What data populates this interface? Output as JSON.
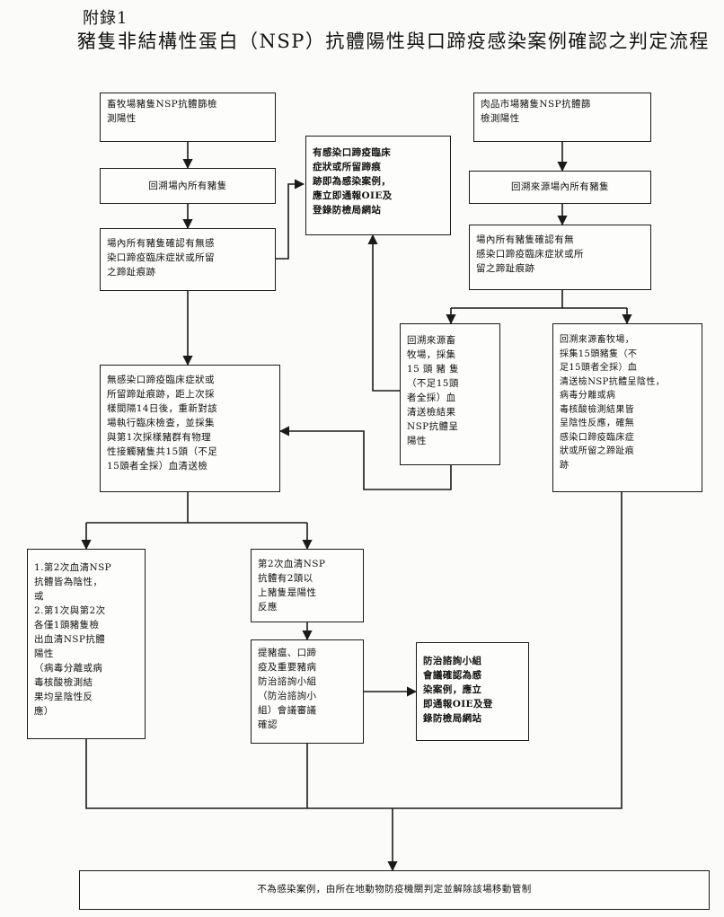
{
  "header": {
    "label": "附錄1",
    "title": "豬隻非結構性蛋白（NSP）抗體陽性與口蹄疫感染案例確認之判定流程"
  },
  "boxes": {
    "farm_detect": "畜牧場豬隻NSP抗體篩檢\n測陽性",
    "farm_trace": "回溯場內所有豬隻",
    "farm_check": "場內所有豬隻確認有無感\n染口蹄疫臨床症狀或所留\n之蹄趾痕跡",
    "infected": "有感染口蹄疫臨床\n症狀或所留蹄痕\n跡即為感染案例，\n應立即通報OIE及\n登錄防檢局網站",
    "market_detect": "肉品市場豬隻NSP抗體篩\n檢測陽性",
    "market_trace": "回溯來源場內所有豬隻",
    "market_check": "場內所有豬隻確認有無\n感染口蹄疫臨床症狀或所\n留之蹄趾痕跡",
    "source_sample_a": "回溯來源畜\n牧場，採集\n15 頭 豬 隻\n（不足15頭\n者全採）血\n清送檢結果\nNSP抗體呈\n陽性",
    "source_sample_b": "回溯來源畜牧場，\n採集15頭豬隻（不\n足15頭者全採）血\n清送檢NSP抗體呈陰性，\n病毒分離或病\n毒核酸檢測結果皆\n呈陰性反應，確無\n感染口蹄疫臨床症\n狀或所留之蹄趾痕\n跡",
    "resample": "無感染口蹄疫臨床症狀或\n所留蹄趾痕跡，距上次採\n樣間隔14日後，重新對該\n場執行臨床檢查，並採集\n與第1次採樣豬群有物理\n性接觸豬隻共15頭（不足\n15頭者全採）血清送檢",
    "negative_result": "1.第2次血清NSP\n抗體皆為陰性，\n或\n2.第1次與第2次\n各僅1頭豬隻檢\n出血清NSP抗體\n陽性\n（病毒分離或病\n毒核酸檢測結\n果均呈陰性反\n應）",
    "positive_result": "第2次血清NSP\n抗體有2頭以\n上豬隻是陽性\n反應",
    "committee_review": "提豬瘟、口蹄\n疫及重要豬病\n防治諮詢小組\n（防治諮詢小\n組）會議審議\n確認",
    "committee_confirm": "防治諮詢小組\n會議確認為感\n染案例，應立\n即通報OIE及登\n錄防檢局網站",
    "final": "不為感染案例，由所在地動物防疫機關判定並解除該場移動管制"
  }
}
